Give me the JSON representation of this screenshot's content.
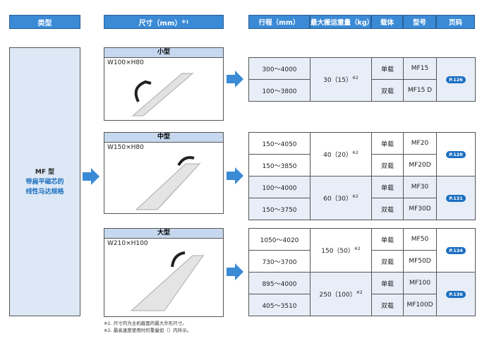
{
  "headers": {
    "type": "类型",
    "size": "尺寸（mm）",
    "size_note": "※1",
    "stroke": "行程（mm）",
    "payload": "最大搬运重量（kg）",
    "carrier": "载体",
    "model": "型号",
    "page": "页码"
  },
  "type": {
    "name": "MF 型",
    "desc1": "带扁平磁芯的",
    "desc2": "线性马达规格"
  },
  "panels": [
    {
      "title": "小型",
      "dim": "W100×H80"
    },
    {
      "title": "中型",
      "dim": "W150×H80"
    },
    {
      "title": "大型",
      "dim": "W210×H100"
    }
  ],
  "groups": [
    {
      "rows": [
        {
          "payload": "30（15）",
          "note": "※2",
          "page": "P.126",
          "items": [
            {
              "stroke": "300～4000",
              "carrier": "单载",
              "model": "MF15"
            },
            {
              "stroke": "100～3800",
              "carrier": "双载",
              "model": "MF15 D"
            }
          ]
        }
      ]
    },
    {
      "rows": [
        {
          "payload": "40（20）",
          "note": "※2",
          "page": "P.128",
          "items": [
            {
              "stroke": "150～4050",
              "carrier": "单载",
              "model": "MF20"
            },
            {
              "stroke": "150～3850",
              "carrier": "双载",
              "model": "MF20D"
            }
          ]
        },
        {
          "payload": "60（30）",
          "note": "※2",
          "page": "P.131",
          "items": [
            {
              "stroke": "100～4000",
              "carrier": "单载",
              "model": "MF30"
            },
            {
              "stroke": "150～3750",
              "carrier": "双载",
              "model": "MF30D"
            }
          ]
        }
      ]
    },
    {
      "rows": [
        {
          "payload": "150（50）",
          "note": "※2",
          "page": "P.134",
          "items": [
            {
              "stroke": "1050～4020",
              "carrier": "单载",
              "model": "MF50"
            },
            {
              "stroke": "730～3700",
              "carrier": "双载",
              "model": "MF50D"
            }
          ]
        },
        {
          "payload": "250（100）",
          "note": "※2",
          "page": "P.136",
          "items": [
            {
              "stroke": "895～4000",
              "carrier": "单载",
              "model": "MF100"
            },
            {
              "stroke": "405～3510",
              "carrier": "双载",
              "model": "MF100D"
            }
          ]
        }
      ]
    }
  ],
  "notes": [
    "※1. 尺寸的为主机截面的最大外形尺寸。",
    "※2. 最高速度使用时的重量如（）内所示。"
  ],
  "colors": {
    "header": "#3a8ad6",
    "badge": "#1b6fc0",
    "panel_title": "#c6d8ef",
    "row_alt": "#e8eef8"
  }
}
